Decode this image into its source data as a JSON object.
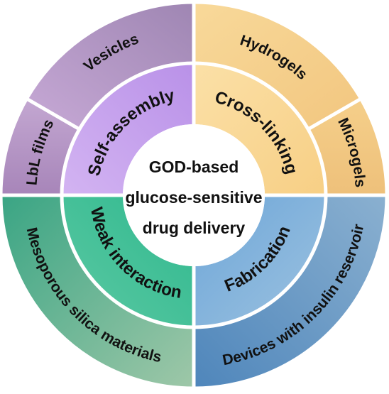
{
  "center": {
    "lines": [
      "GOD-based",
      "glucose-sensitive",
      "drug delivery"
    ]
  },
  "inner": [
    {
      "label": "Self-assembly",
      "color": "#c9a6ee"
    },
    {
      "label": "Cross-linking",
      "color": "#f9d89a"
    },
    {
      "label": "Fabrication",
      "color": "#7fb0db"
    },
    {
      "label": "Weak interaction",
      "color": "#3cb893"
    }
  ],
  "outer": [
    {
      "label": "Vesicles",
      "color": "#b99bc8"
    },
    {
      "label": "LbL films",
      "color": "#a98bbb"
    },
    {
      "label": "Hydrogels",
      "color": "#f6d68e"
    },
    {
      "label": "Microgels",
      "color": "#f3c985"
    },
    {
      "label": "Devices with insulin reservoir",
      "color": "#6a9cc7"
    },
    {
      "label": "Mesoporous silica materials",
      "color": "#62ad95"
    }
  ],
  "colors": {
    "background": "#ffffff",
    "divider": "#ffffff",
    "text": "#111111",
    "center_fill": "#ffffff"
  }
}
